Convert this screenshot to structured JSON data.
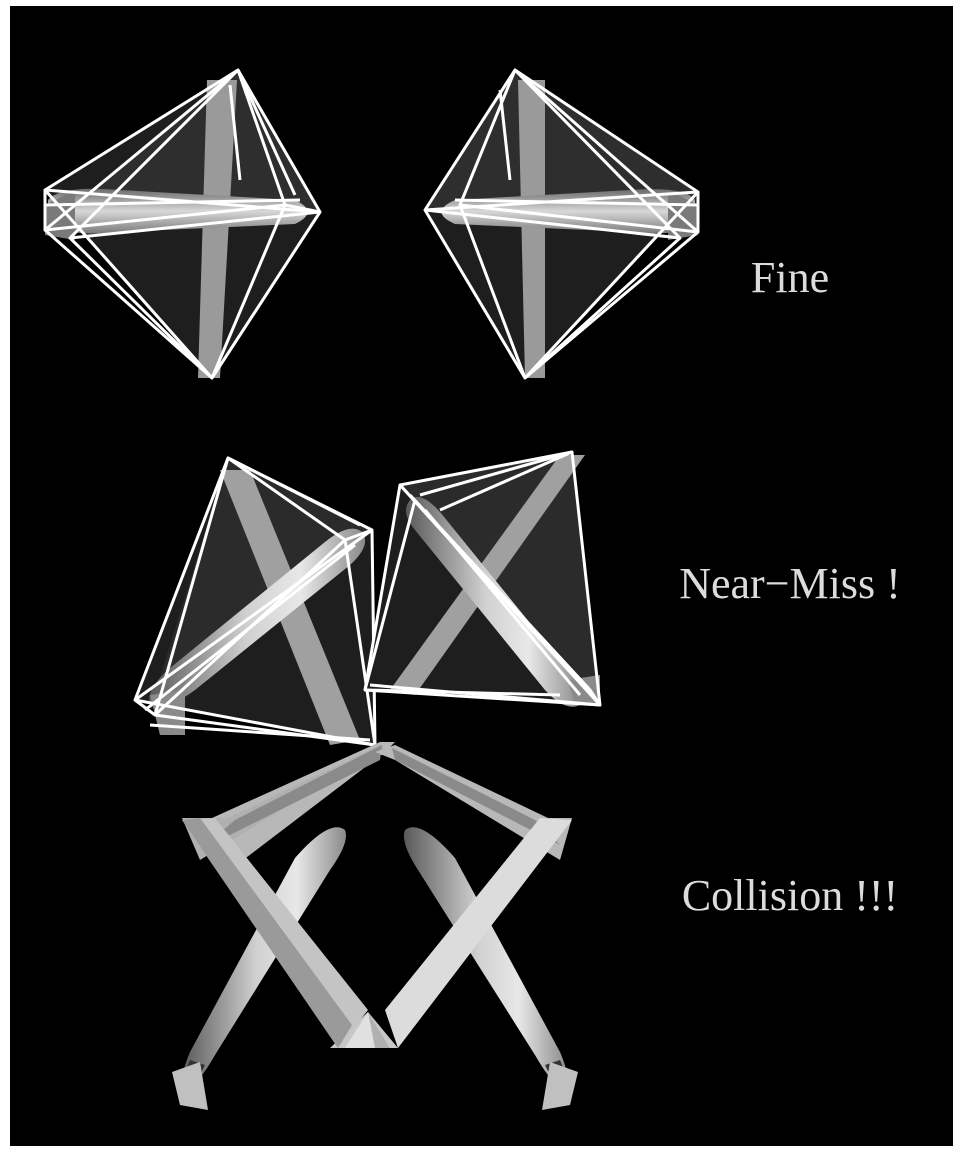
{
  "labels": {
    "fine": "Fine",
    "near_miss": "Near−Miss !",
    "collision": "Collision !!!"
  },
  "colors": {
    "background": "#000000",
    "frame": "#ffffff",
    "wireframe": "#ffffff",
    "aircraft_light": "#d8d8d8",
    "aircraft_mid": "#a8a8a8",
    "aircraft_dark": "#6e6e6e",
    "face_dark": "#222222",
    "text": "#dcdcdc"
  },
  "rows": [
    {
      "label_key": "fine",
      "enclosure": "wireframe-bounding-volume"
    },
    {
      "label_key": "near_miss",
      "enclosure": "wireframe-bounding-volume"
    },
    {
      "label_key": "collision",
      "enclosure": "none"
    }
  ]
}
